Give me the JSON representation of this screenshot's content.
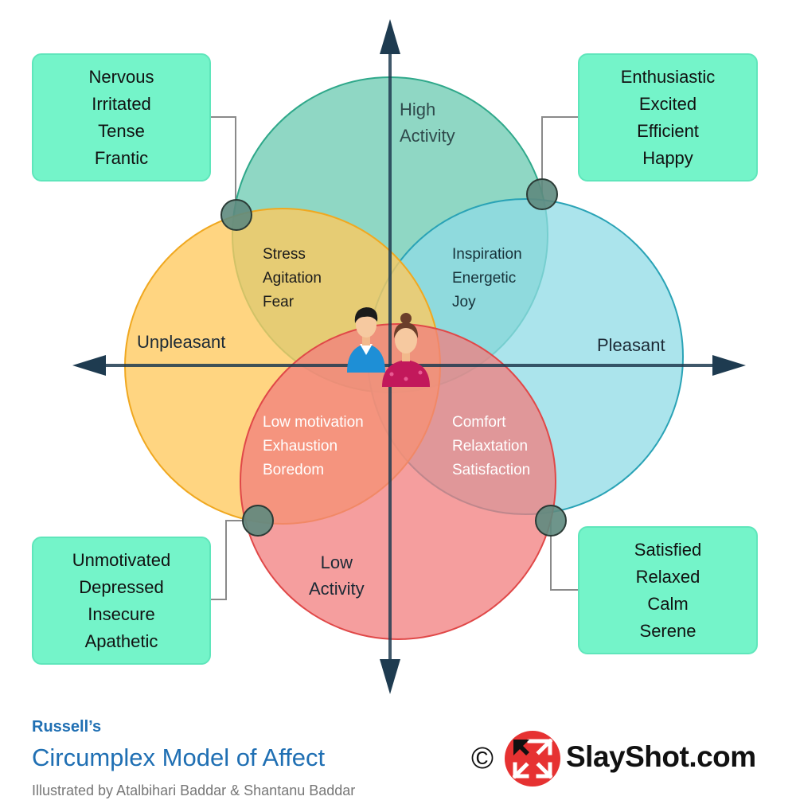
{
  "axes": {
    "top": [
      "High",
      "Activity"
    ],
    "bottom": [
      "Low",
      "Activity"
    ],
    "left": "Unpleasant",
    "right": "Pleasant"
  },
  "quadrant_boxes": {
    "top_left": [
      "Nervous",
      "Irritated",
      "Tense",
      "Frantic"
    ],
    "top_right": [
      "Enthusiastic",
      "Excited",
      "Efficient",
      "Happy"
    ],
    "bottom_left": [
      "Unmotivated",
      "Depressed",
      "Insecure",
      "Apathetic"
    ],
    "bottom_right": [
      "Satisfied",
      "Relaxed",
      "Calm",
      "Serene"
    ]
  },
  "overlaps": {
    "top_left": [
      "Stress",
      "Agitation",
      "Fear"
    ],
    "top_right": [
      "Inspiration",
      "Energetic",
      "Joy"
    ],
    "bottom_left": [
      "Low motivation",
      "Exhaustion",
      "Boredom"
    ],
    "bottom_right": [
      "Comfort",
      "Relaxtation",
      "Satisfaction"
    ]
  },
  "caption": {
    "pre_title": "Russell’s",
    "title": "Circumplex Model of Affect",
    "credit": "Illustrated by Atalbihari Baddar & Shantanu Baddar"
  },
  "brand": {
    "copyright": "©",
    "name": "SlayShot.com"
  },
  "colors": {
    "teal_circle": "#7fd2bc",
    "cyan_circle": "#8fdbe5",
    "yellow_circle": "#ffc95e",
    "red_circle": "#f27e7e",
    "box_fill": "#74f4c9",
    "axis": "#1e3b50",
    "caption_blue": "#1f6fb3",
    "logo_red": "#e63232"
  },
  "icons": [
    "user-couple-icon",
    "slayshot-logo-icon",
    "arrow-up-icon",
    "arrow-down-icon",
    "arrow-left-icon",
    "arrow-right-icon"
  ]
}
